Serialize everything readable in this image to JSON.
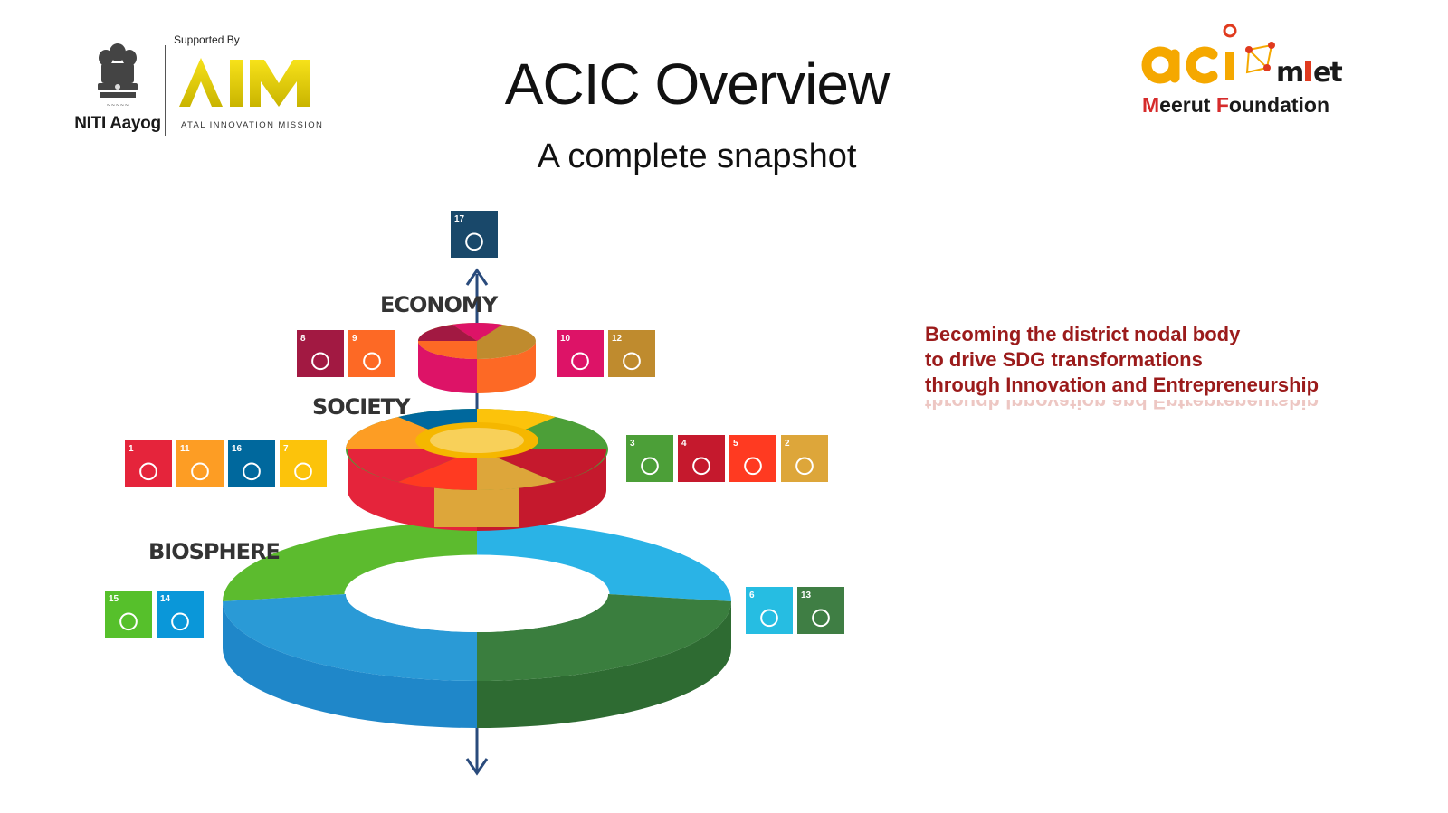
{
  "header": {
    "supported_by": "Supported By",
    "niti_name": "NITI Aayog",
    "aim_caption": "ATAL INNOVATION MISSION",
    "title": "ACIC Overview",
    "subtitle": "A complete snapshot",
    "meerut_first": "M",
    "meerut_mid": "eerut ",
    "meerut_f": "F",
    "meerut_rest": "oundation"
  },
  "tagline": {
    "line1": "Becoming the district nodal body",
    "line2": "to drive SDG transformations",
    "line3": "through Innovation and Entrepreneurship"
  },
  "diagram": {
    "labels": {
      "economy": "ECONOMY",
      "society": "SOCIETY",
      "biosphere": "BIOSPHERE"
    },
    "sdg_tiles": [
      {
        "number": "17",
        "color": "#19486a"
      },
      {
        "number": "8",
        "color": "#a21942"
      },
      {
        "number": "9",
        "color": "#fd6925"
      },
      {
        "number": "10",
        "color": "#dd1367"
      },
      {
        "number": "12",
        "color": "#bf8b2e"
      },
      {
        "number": "1",
        "color": "#e5243b"
      },
      {
        "number": "11",
        "color": "#fd9d24"
      },
      {
        "number": "16",
        "color": "#00689d"
      },
      {
        "number": "7",
        "color": "#fcc30b"
      },
      {
        "number": "3",
        "color": "#4c9f38"
      },
      {
        "number": "4",
        "color": "#c5192d"
      },
      {
        "number": "5",
        "color": "#ff3a21"
      },
      {
        "number": "2",
        "color": "#dda63a"
      },
      {
        "number": "15",
        "color": "#56c02b"
      },
      {
        "number": "14",
        "color": "#0a97d9"
      },
      {
        "number": "6",
        "color": "#26bde2"
      },
      {
        "number": "13",
        "color": "#3f7e44"
      }
    ]
  }
}
